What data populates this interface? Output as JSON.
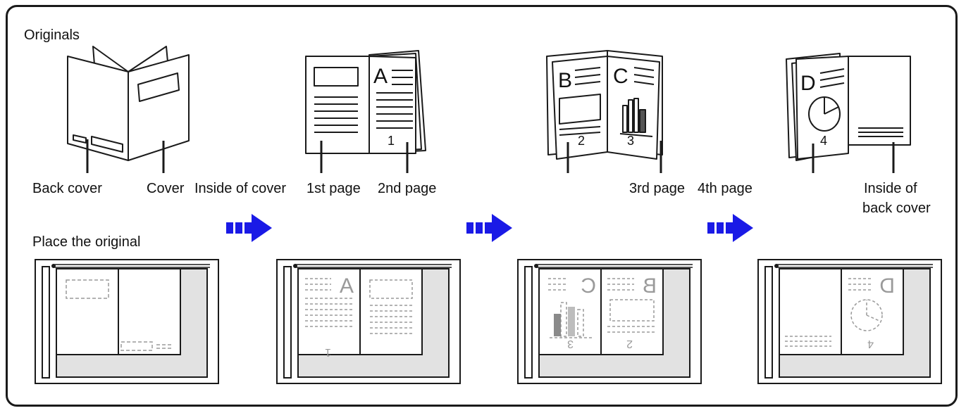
{
  "headings": {
    "originals": "Originals",
    "place": "Place the original"
  },
  "labels": {
    "back_cover": "Back cover",
    "cover": "Cover",
    "inside_cover": "Inside of cover",
    "page1": "1st page",
    "page2": "2nd page",
    "page3": "3rd page",
    "page4": "4th page",
    "inside_back_line1": "Inside of",
    "inside_back_line2": "back cover"
  },
  "page_letters": {
    "a": "A",
    "b": "B",
    "c": "C",
    "d": "D"
  },
  "page_numbers": {
    "n1": "1",
    "n2": "2",
    "n3": "3",
    "n4": "4"
  },
  "colors": {
    "arrow": "#1a1ae6",
    "line": "#1a1a1a",
    "glass": "#e2e2e2",
    "dash": "#9a9a9a"
  },
  "icons": {
    "step_arrow": "dashed-right-arrow-icon"
  }
}
